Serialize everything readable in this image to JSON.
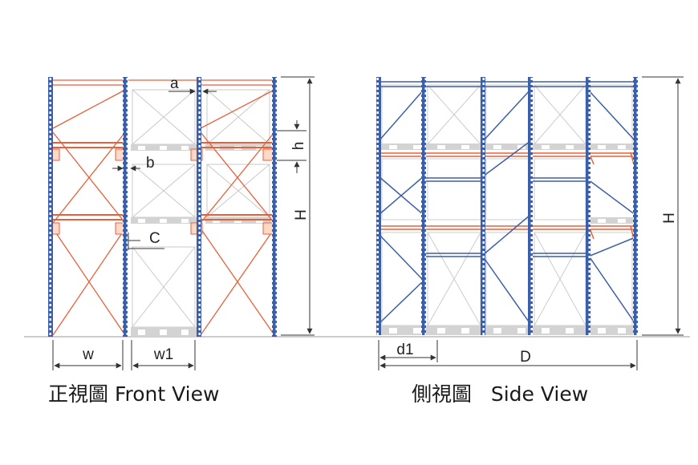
{
  "front_view": {
    "caption": "正視圖 Front View",
    "labels": {
      "a": "a",
      "b": "b",
      "c": "C",
      "h": "h",
      "H": "H",
      "w": "w",
      "w1": "w1"
    }
  },
  "side_view": {
    "caption": "側視圖   Side View",
    "labels": {
      "H": "H",
      "d1": "d1",
      "D": "D"
    }
  },
  "colors": {
    "upright_blue": "#3d5fa8",
    "beam_orange": "#e8603a",
    "pallet_gray": "#c8c8c8",
    "dimension_line": "#333333"
  }
}
